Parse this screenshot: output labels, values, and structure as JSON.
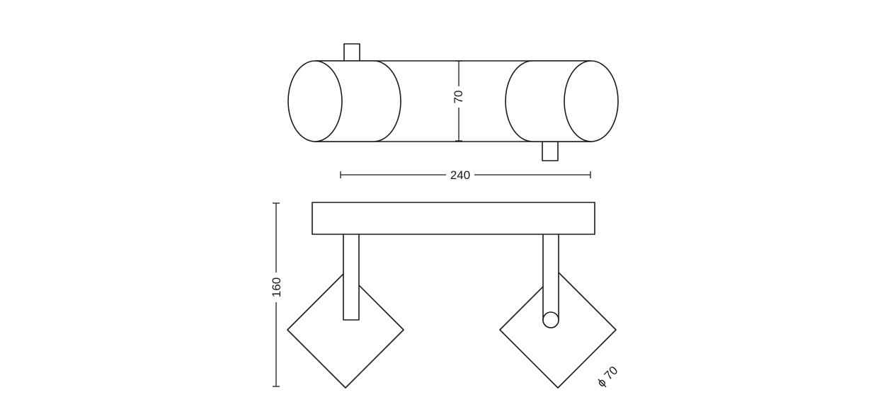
{
  "dimensions": {
    "height_top": "70",
    "width": "240",
    "height_side": "160",
    "diameter": "ϕ 70"
  },
  "colors": {
    "line": "#1a1a1a",
    "background": "#ffffff"
  }
}
